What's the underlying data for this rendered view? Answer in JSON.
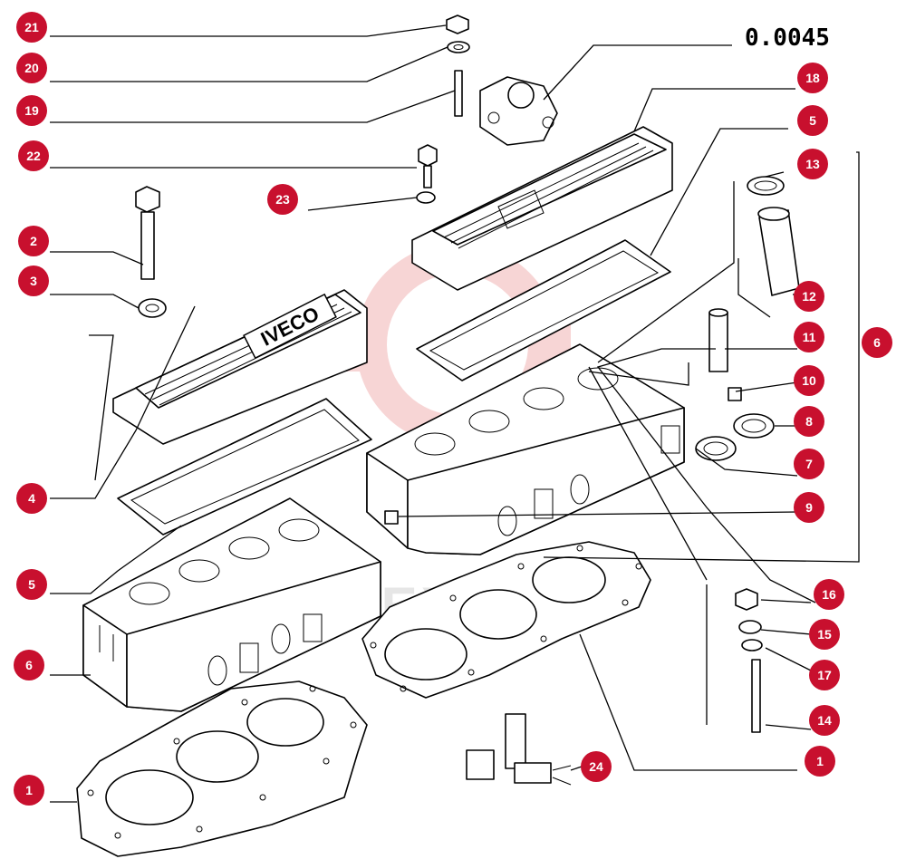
{
  "colors": {
    "callout": "#c8102e",
    "watermark": "#f2c4c4",
    "line": "#000000"
  },
  "diagram": {
    "reference_code": "0.0045",
    "cover_brand": "IVECO",
    "watermark_text": "TEX"
  },
  "callouts": {
    "c21": "21",
    "c20": "20",
    "c19": "19",
    "c22": "22",
    "c23": "23",
    "c2": "2",
    "c3": "3",
    "c4": "4",
    "c5_left": "5",
    "c6_left": "6",
    "c1_left": "1",
    "c18": "18",
    "c5_right": "5",
    "c13": "13",
    "c12": "12",
    "c11": "11",
    "c10": "10",
    "c8": "8",
    "c7": "7",
    "c9": "9",
    "c6_right": "6",
    "c16": "16",
    "c15": "15",
    "c17": "17",
    "c14": "14",
    "c1_right": "1",
    "c24": "24"
  }
}
